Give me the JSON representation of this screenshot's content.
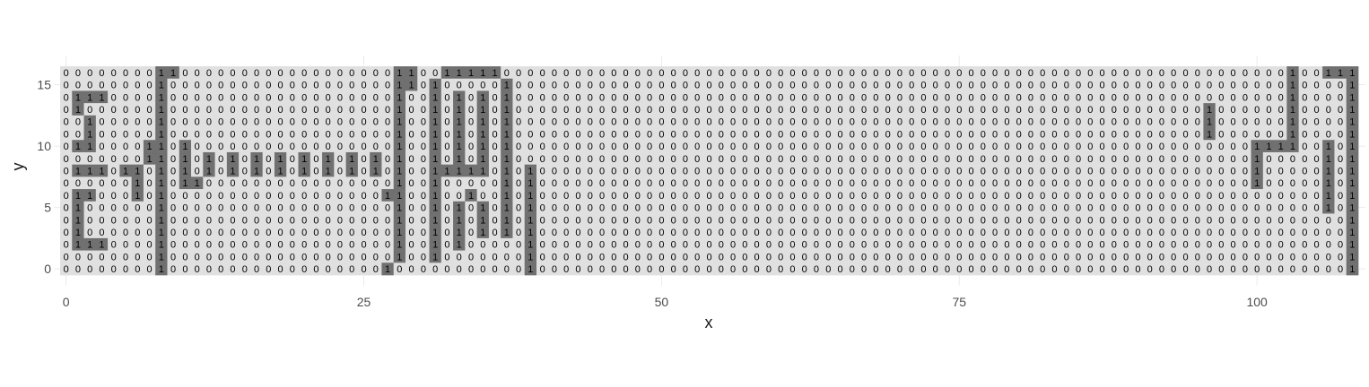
{
  "chart_data": {
    "type": "heatmap",
    "title": "",
    "xlabel": "x",
    "ylabel": "y",
    "xlim": [
      0,
      105
    ],
    "ylim": [
      0,
      16
    ],
    "x_ticks": [
      0,
      25,
      50,
      75,
      100
    ],
    "y_ticks": [
      0,
      5,
      10,
      15
    ],
    "grid": true,
    "legend": "none",
    "colors": {
      "zero": "#e0e0e0",
      "one": "#707070",
      "text": "#000000"
    },
    "rows": [
      "0000000011000000000000000000110011111000000000000000000000000000000000000000000000000000000000000000000100111",
      "0000000010000000000000000000110100000100000000000000000000000000000000000000000000000000000000000000000100001",
      "0111000010000000000000000000100101010100000000000000000000000000000000000000000000000000000000000000000100001",
      "0100000010000000000000000000100101010100000000000000000000000000000000000000000000000000000000001000000100001",
      "0010000010000000000000000000100101010100000000000000000000000000000000000000000000000000000000001000000100001",
      "0010000010000000000000000000100101010100000000000000000000000000000000000000000000000000000000001000000100001",
      "0110000110100000000000000000100101010100000000000000000000000000000000000000000000000000000000000000111100101",
      "0000000110101010101010101010100101010100000000000000000000000000000000000000000000000000000000000000100000101",
      "0111011010101010101010101010100111110101000000000000000000000000000000000000000000000000000000000000100000101",
      "0000001010110000000000000000100100000101000000000000000000000000000000000000000000000000000000000000100000101",
      "0110001010000000000000000001100100100101000000000000000000000000000000000000000000000000000000000000000000101",
      "0100000010000000000000000000100101010101000000000000000000000000000000000000000000000000000000000000000000101",
      "0100000010000000000000000000100101010101000000000000000000000000000000000000000000000000000000000000000000001",
      "0100000010000000000000000000100101010101000000000000000000000000000000000000000000000000000000000000000000001",
      "0111000010000000000000000000100101000001000000000000000000000000000000000000000000000000000000000000000000001",
      "0000000010000000000000000000100100000001000000000000000000000000000000000000000000000000000000000000000000001",
      "0000000010000000000000000001000000000001000000000000000000000000000000000000000000000000000000000000000000001"
    ]
  }
}
